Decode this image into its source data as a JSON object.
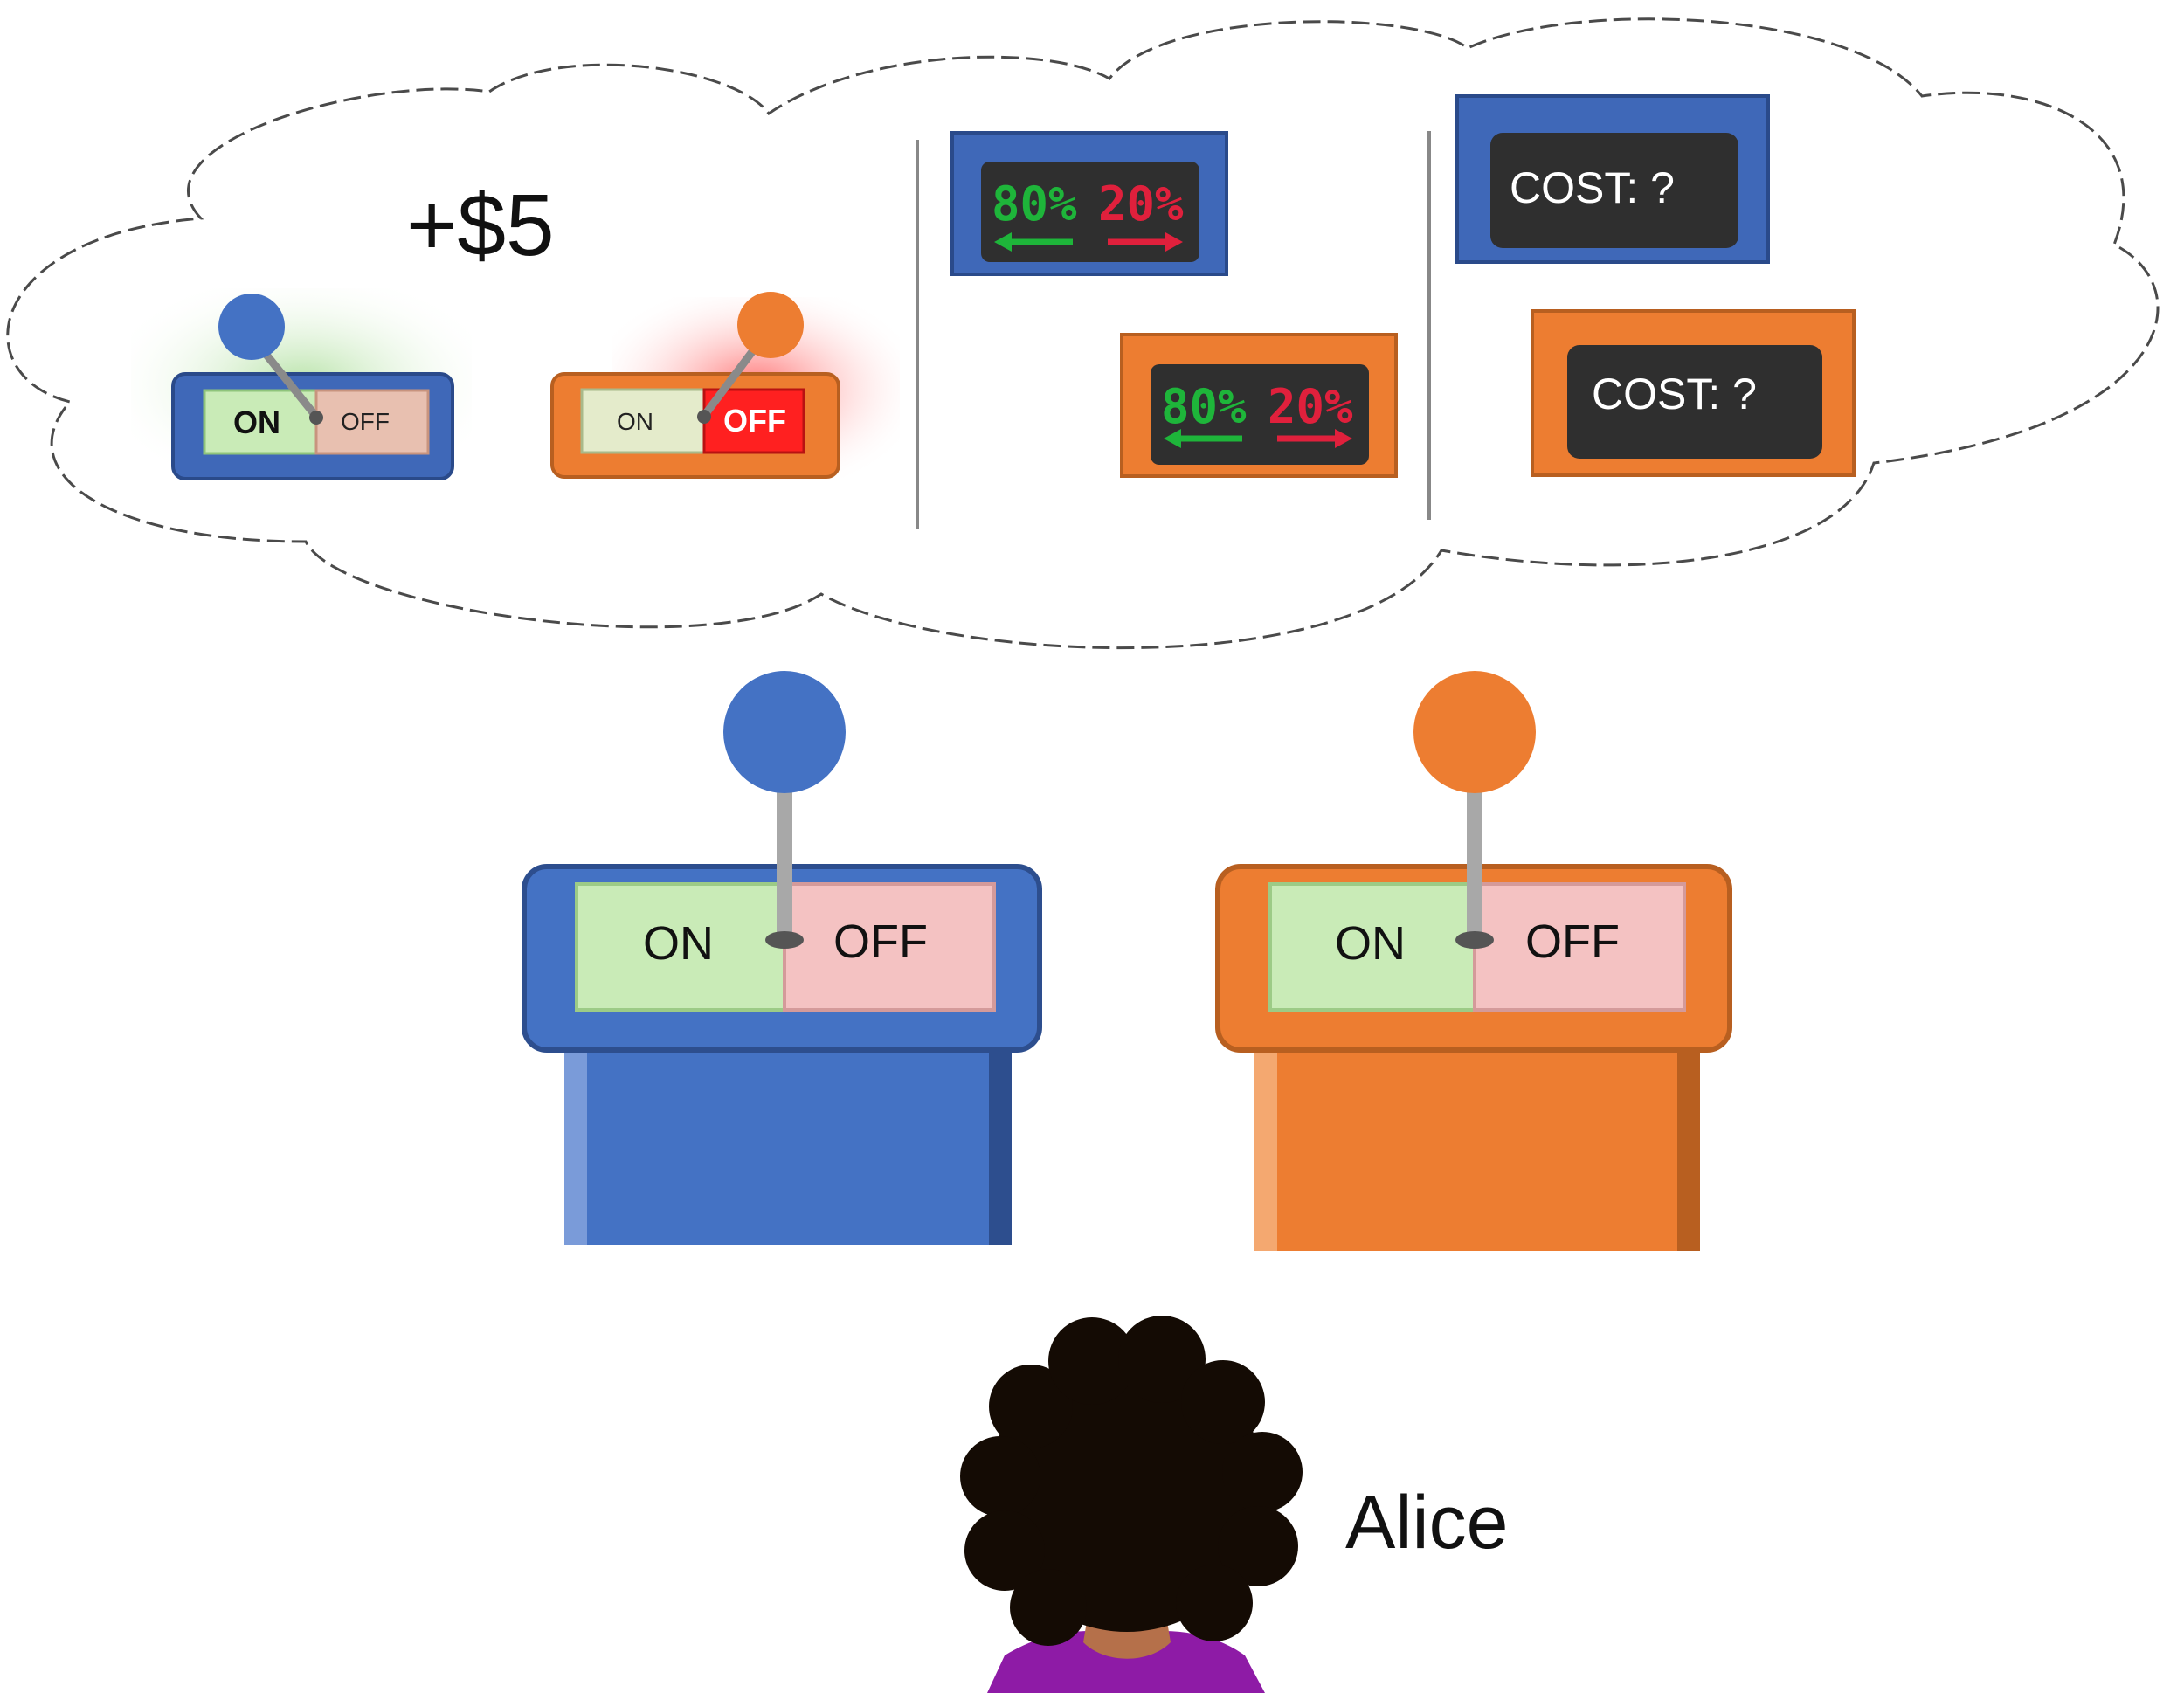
{
  "thought": {
    "reward": "+$5",
    "panel1": {
      "blue_on": "ON",
      "blue_off": "OFF",
      "orange_on": "ON",
      "orange_off": "OFF"
    },
    "panel2": {
      "blue_left": "80%",
      "blue_right": "20%",
      "orange_left": "80%",
      "orange_right": "20%"
    },
    "panel3": {
      "blue_cost": "COST: ?",
      "orange_cost": "COST: ?"
    }
  },
  "machines": {
    "blue": {
      "on": "ON",
      "off": "OFF"
    },
    "orange": {
      "on": "ON",
      "off": "OFF"
    }
  },
  "person": {
    "name": "Alice"
  },
  "colors": {
    "blue": "#4472C4",
    "orange": "#ED7D31",
    "on_green": "#C9EBB7",
    "off_pink": "#F4C2C2",
    "display_bg": "#2F2F2F",
    "display_green": "#1EB53A",
    "display_red": "#E0203C",
    "shirt": "#8E1BA6",
    "skin": "#B5704A",
    "hair": "#140B04"
  }
}
